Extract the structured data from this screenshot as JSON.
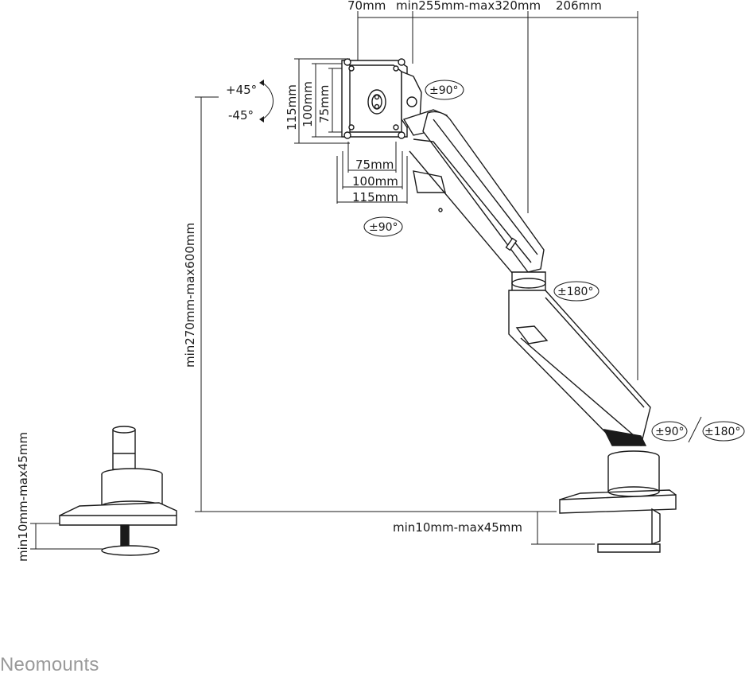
{
  "dimensions": {
    "top_70": "70mm",
    "top_arm": "min255mm-max320mm",
    "top_206": "206mm",
    "vesa_v_115": "115mm",
    "vesa_v_100": "100mm",
    "vesa_v_75": "75mm",
    "vesa_h_75": "75mm",
    "vesa_h_100": "100mm",
    "vesa_h_115": "115mm",
    "height": "min270mm-max600mm",
    "desk_right": "min10mm-max45mm",
    "desk_left": "min10mm-max45mm"
  },
  "rotations": {
    "tilt_plus": "+45°",
    "tilt_minus": "-45°",
    "swivel_head": "±90°",
    "swivel_neck": "±90°",
    "swivel_elbow": "±180°",
    "swivel_base_a": "±90°",
    "swivel_base_b": "±180°"
  },
  "brand": "Neomounts",
  "colors": {
    "line": "#1a1a1a",
    "brand": "#9a9a9a"
  }
}
